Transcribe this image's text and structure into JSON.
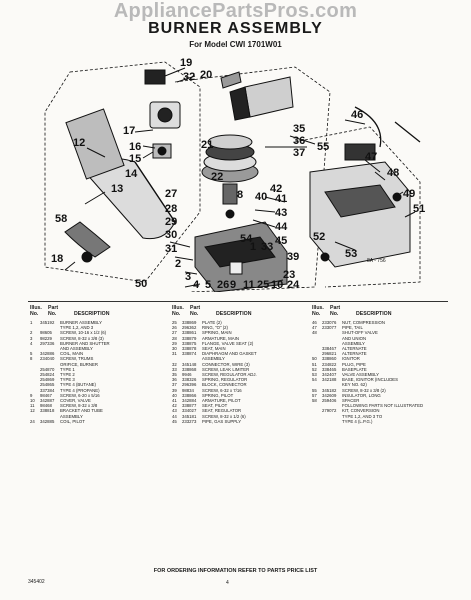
{
  "watermark": "AppliancePartsPros.com",
  "title": "BURNER ASSEMBLY",
  "subtitle": "For Model CWI 1701W01",
  "diagram": {
    "callouts": [
      "19",
      "32",
      "20",
      "17",
      "16",
      "15",
      "14",
      "12",
      "35",
      "36",
      "37",
      "55",
      "46",
      "47",
      "48",
      "49",
      "51",
      "52",
      "53",
      "21",
      "22",
      "42",
      "40",
      "41",
      "43",
      "44",
      "45",
      "13",
      "58",
      "18",
      "50",
      "8",
      "27",
      "28",
      "29",
      "30",
      "31",
      "54",
      "1",
      "33",
      "39",
      "2",
      "3",
      "26",
      "9",
      "11",
      "25",
      "10",
      "23",
      "24",
      "5",
      "4"
    ],
    "ref_code": "8A - 756"
  },
  "columns": [
    {
      "headers": {
        "illus": "Illus.",
        "no": "No.",
        "part": "Part",
        "no2": "No.",
        "desc": "DESCRIPTION"
      },
      "rows": [
        {
          "n": "1",
          "p": "345192",
          "d": "BURNER ASSEMBLY"
        },
        {
          "n": "",
          "p": "",
          "d": "TYPE 1,2, AND 3"
        },
        {
          "n": "2",
          "p": "98605",
          "d": "SCREW, 10-16 x 1/2 (6)"
        },
        {
          "n": "3",
          "p": "98229",
          "d": "SCREW, 8-32 x 3/8 (3)"
        },
        {
          "n": "4",
          "p": "297336",
          "d": "BURNER AND SHUTTER"
        },
        {
          "n": "",
          "p": "",
          "d": "AND ASSEMBLY"
        },
        {
          "n": "5",
          "p": "342886",
          "d": "COIL, MAIN"
        },
        {
          "n": "8",
          "p": "234040",
          "d": "SCREW, TRUMS"
        },
        {
          "n": "",
          "p": "",
          "d": "ORIFICE, BURNER"
        },
        {
          "n": "",
          "p": "254870",
          "d": "TYPE 1"
        },
        {
          "n": "",
          "p": "254824",
          "d": "TYPE 2"
        },
        {
          "n": "",
          "p": "254869",
          "d": "TYPE 3"
        },
        {
          "n": "",
          "p": "254865",
          "d": "TYPE 4 (BUTANE)"
        },
        {
          "n": "",
          "p": "337384",
          "d": "TYPE 4 (PROPANE)"
        },
        {
          "n": "9",
          "p": "98467",
          "d": "SCREW, 6-20 x 5/16"
        },
        {
          "n": "10",
          "p": "342887",
          "d": "COVER, VALVE"
        },
        {
          "n": "11",
          "p": "98468",
          "d": "SCREW, 8-32 x 3/8"
        },
        {
          "n": "12",
          "p": "338818",
          "d": "BRACKET AND TUBE"
        },
        {
          "n": "",
          "p": "",
          "d": "ASSEMBLY"
        },
        {
          "n": "24",
          "p": "342885",
          "d": "COIL, PILOT"
        }
      ]
    },
    {
      "headers": {
        "illus": "Illus.",
        "no": "No.",
        "part": "Part",
        "no2": "No.",
        "desc": "DESCRIPTION"
      },
      "rows": [
        {
          "n": "25",
          "p": "338869",
          "d": "PLATE (2)"
        },
        {
          "n": "26",
          "p": "296362",
          "d": "RING, \"O\" (2)"
        },
        {
          "n": "27",
          "p": "338861",
          "d": "SPRING, MAIN"
        },
        {
          "n": "28",
          "p": "338879",
          "d": "ARMATURE, MAIN"
        },
        {
          "n": "29",
          "p": "338875",
          "d": "FLANGE, VALVE SEAT (2)"
        },
        {
          "n": "30",
          "p": "338878",
          "d": "SEAT, MAIN"
        },
        {
          "n": "31",
          "p": "338874",
          "d": "DIAPHRAGM AND GASKET"
        },
        {
          "n": "",
          "p": "",
          "d": "ASSEMBLY"
        },
        {
          "n": "32",
          "p": "345148",
          "d": "CONNECTOR, WIRE (3)"
        },
        {
          "n": "33",
          "p": "338868",
          "d": "SCREW, LEAK LIMITER"
        },
        {
          "n": "35",
          "p": "9946",
          "d": "SCREW, REGULATOR ADJ."
        },
        {
          "n": "36",
          "p": "338326",
          "d": "SPRING, REGULATOR"
        },
        {
          "n": "37",
          "p": "296396",
          "d": "BLOCK, CONNECTOR"
        },
        {
          "n": "39",
          "p": "98834",
          "d": "SCREW, 6-32 x 7/16"
        },
        {
          "n": "40",
          "p": "338866",
          "d": "SPRING, PILOT"
        },
        {
          "n": "41",
          "p": "342884",
          "d": "ARMATURE, PILOT"
        },
        {
          "n": "42",
          "p": "338877",
          "d": "SEAT, PILOT"
        },
        {
          "n": "43",
          "p": "334027",
          "d": "SEAT, REGULATOR"
        },
        {
          "n": "44",
          "p": "345181",
          "d": "SCREW, 8-32 x 1/2 (6)"
        },
        {
          "n": "45",
          "p": "233273",
          "d": "PIPE, GAS SUPPLY"
        }
      ]
    },
    {
      "headers": {
        "illus": "Illus.",
        "no": "No.",
        "part": "Part",
        "no2": "No.",
        "desc": "DESCRIPTION"
      },
      "rows": [
        {
          "n": "46",
          "p": "233076",
          "d": "NUT, COMPRESSION"
        },
        {
          "n": "47",
          "p": "233077",
          "d": "PIPE, TAIL"
        },
        {
          "n": "48",
          "p": "",
          "d": "SHUT-OFF VALVE"
        },
        {
          "n": "",
          "p": "",
          "d": "AND UNION"
        },
        {
          "n": "",
          "p": "",
          "d": "ASSEMBLY"
        },
        {
          "n": "",
          "p": "338467",
          "d": "ALTERNATE"
        },
        {
          "n": "",
          "p": "296821",
          "d": "ALTERNATE"
        },
        {
          "n": "50",
          "p": "338860",
          "d": "IGNITOR"
        },
        {
          "n": "51",
          "p": "234822",
          "d": "PLUG, PIPE"
        },
        {
          "n": "52",
          "p": "338465",
          "d": "BASEPLATE"
        },
        {
          "n": "53",
          "p": "342407",
          "d": "VALVE ASSEMBLY"
        },
        {
          "n": "54",
          "p": "342188",
          "d": "BASE, IGNITOR (INCLUDES"
        },
        {
          "n": "",
          "p": "",
          "d": "KEY NO. 62)"
        },
        {
          "n": "55",
          "p": "345182",
          "d": "SCREW, 8-32 x 3/8 (2)"
        },
        {
          "n": "57",
          "p": "342609",
          "d": "INSULATOR, LONG"
        },
        {
          "n": "58",
          "p": "259406",
          "d": "SPACER"
        },
        {
          "n": "",
          "p": "",
          "d": "FOLLOWING PARTS NOT ILLUSTRATED"
        },
        {
          "n": "",
          "p": "279072",
          "d": "KIT, CONVERSION"
        },
        {
          "n": "",
          "p": "",
          "d": "TYPE 1,2, AND 3 TO"
        },
        {
          "n": "",
          "p": "",
          "d": "TYPE 4 (L.P.G.)"
        }
      ]
    }
  ],
  "footer_note": "FOR ORDERING INFORMATION REFER TO PARTS PRICE LIST",
  "doc_code": "345402",
  "page_number": "4"
}
